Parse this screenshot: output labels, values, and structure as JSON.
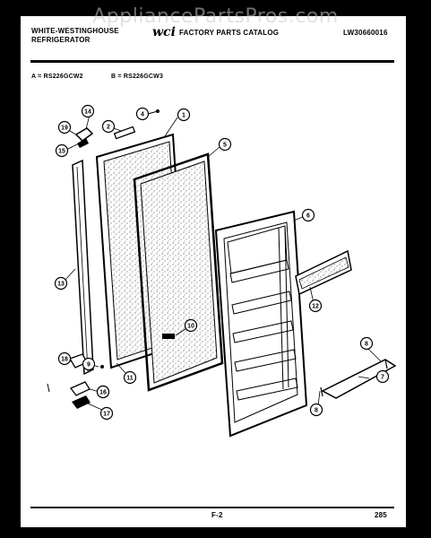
{
  "watermark": "AppliancePartsPros.com",
  "header": {
    "brand_line1": "WHITE-WESTINGHOUSE",
    "brand_line2": "REFRIGERATOR",
    "catalog": "FACTORY PARTS CATALOG",
    "doc_number": "LW30660016"
  },
  "models": {
    "a": "A = RS226GCW2",
    "b": "B = RS226GCW3"
  },
  "callouts": [
    "1",
    "2",
    "4",
    "5",
    "6",
    "7",
    "8",
    "8",
    "9",
    "10",
    "10",
    "11",
    "12",
    "13",
    "14",
    "15",
    "16",
    "17",
    "18",
    "19"
  ],
  "footer": {
    "page": "F-2",
    "code": "285"
  }
}
